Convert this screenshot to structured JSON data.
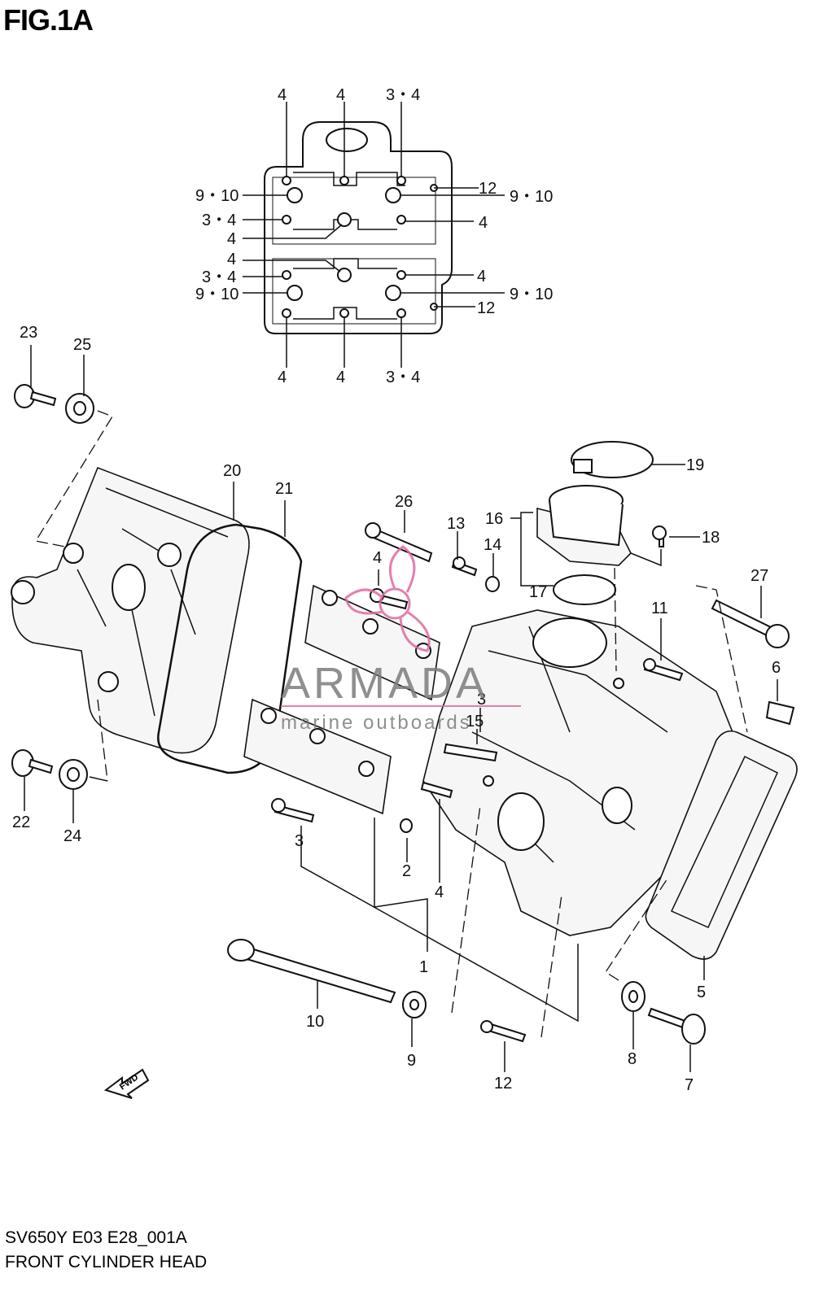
{
  "figure_label": "FIG.1A",
  "drawing_code": "SV650Y E03 E28_001A",
  "drawing_title": "FRONT CYLINDER HEAD",
  "watermark": {
    "brand": "ARMADA",
    "tagline": "marine outboards",
    "accent_color": "#e06aa0"
  },
  "direction_marker": "FWD",
  "inset_callouts": {
    "top": [
      "4",
      "4",
      "3・4"
    ],
    "left": [
      "9・10",
      "3・4",
      "4",
      "4",
      "3・4",
      "9・10"
    ],
    "right": [
      "12",
      "9・10",
      "4",
      "4",
      "9・10",
      "12"
    ],
    "bottom": [
      "4",
      "4",
      "3・4"
    ]
  },
  "part_callouts": {
    "p1": "1",
    "p2": "2",
    "p3": "3",
    "p3b": "3",
    "p4a": "4",
    "p4b": "4",
    "p5": "5",
    "p6": "6",
    "p7": "7",
    "p8": "8",
    "p9": "9",
    "p10": "10",
    "p11": "11",
    "p12": "12",
    "p13": "13",
    "p14": "14",
    "p15": "15",
    "p16": "16",
    "p17": "17",
    "p18": "18",
    "p19": "19",
    "p20": "20",
    "p21": "21",
    "p22": "22",
    "p23": "23",
    "p24": "24",
    "p25": "25",
    "p26": "26",
    "p27": "27"
  },
  "icons": [
    "fwd-arrow-icon"
  ]
}
